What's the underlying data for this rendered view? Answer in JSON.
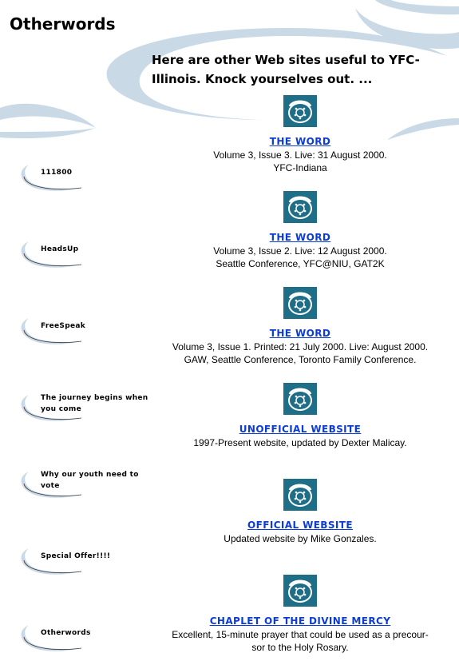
{
  "page": {
    "title": "Otherwords",
    "intro": "Here are other Web sites useful to YFC-Illinois. Knock yourselves out. ..."
  },
  "sidebar": {
    "items": [
      {
        "label": "111800"
      },
      {
        "label": "HeadsUp"
      },
      {
        "label": "FreeSpeak"
      },
      {
        "label": "The journey begins when you come"
      },
      {
        "label": "Why our youth need to vote"
      },
      {
        "label": "Special Offer!!!!"
      },
      {
        "label": "Otherwords"
      }
    ]
  },
  "links": [
    {
      "icon": "telephone-icon",
      "title": "THE WORD",
      "desc": [
        "Volume 3, Issue 3. Live: 31 August 2000.",
        "YFC-Indiana"
      ]
    },
    {
      "icon": "telephone-icon",
      "title": "THE WORD",
      "desc": [
        "Volume 3, Issue 2. Live: 12 August 2000.",
        "Seattle Conference, YFC@NIU, GAT2K"
      ]
    },
    {
      "icon": "telephone-icon",
      "title": "THE WORD",
      "desc": [
        "Volume 3, Issue 1. Printed: 21 July 2000. Live: August 2000.",
        "GAW, Seattle Conference, Toronto Family Conference."
      ]
    },
    {
      "icon": "telephone-icon",
      "title": "UNOFFICIAL WEBSITE",
      "desc": [
        "1997-Present website, updated by Dexter Malicay."
      ]
    },
    {
      "icon": "telephone-icon",
      "title": "OFFICIAL WEBSITE",
      "desc": [
        "Updated website by Mike Gonzales."
      ]
    },
    {
      "icon": "telephone-icon",
      "title": "CHAPLET OF THE DIVINE MERCY",
      "desc": [
        "Excellent, 15-minute prayer that could be used as a precour-",
        "sor to the Holy Rosary."
      ]
    }
  ],
  "colors": {
    "link": "#0b3cd8",
    "swoosh": "#c9d9e6",
    "icon_bg": "#1d6e86"
  }
}
